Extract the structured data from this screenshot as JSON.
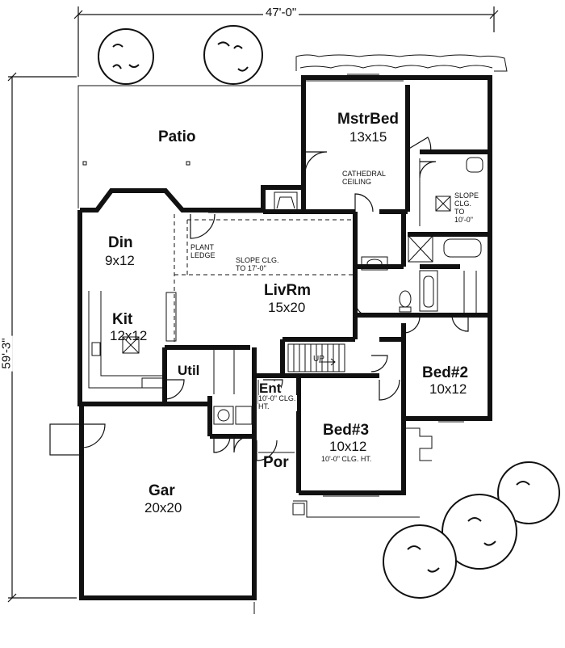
{
  "dimensions": {
    "width": "47'-0\"",
    "depth": "59'-3\""
  },
  "rooms": {
    "patio": {
      "name": "Patio"
    },
    "master_bed": {
      "name": "MstrBed",
      "size": "13x15",
      "note": "CATHEDRAL CEILING"
    },
    "dining": {
      "name": "Din",
      "size": "9x12"
    },
    "living": {
      "name": "LivRm",
      "size": "15x20",
      "note": "SLOPE CLG. TO 17'-0\""
    },
    "kitchen": {
      "name": "Kit",
      "size": "12x12"
    },
    "utility": {
      "name": "Util"
    },
    "entry": {
      "name": "Ent",
      "note": "10'-0\" CLG. HT."
    },
    "bed2": {
      "name": "Bed#2",
      "size": "10x12"
    },
    "bed3": {
      "name": "Bed#3",
      "size": "10x12",
      "note": "10'-0\" CLG. HT."
    },
    "porch": {
      "name": "Por"
    },
    "garage": {
      "name": "Gar",
      "size": "20x20"
    }
  },
  "notes": {
    "plant_ledge": "PLANT LEDGE",
    "bath_slope": "SLOPE CLG. TO 10'-0\"",
    "stair": "UP"
  }
}
